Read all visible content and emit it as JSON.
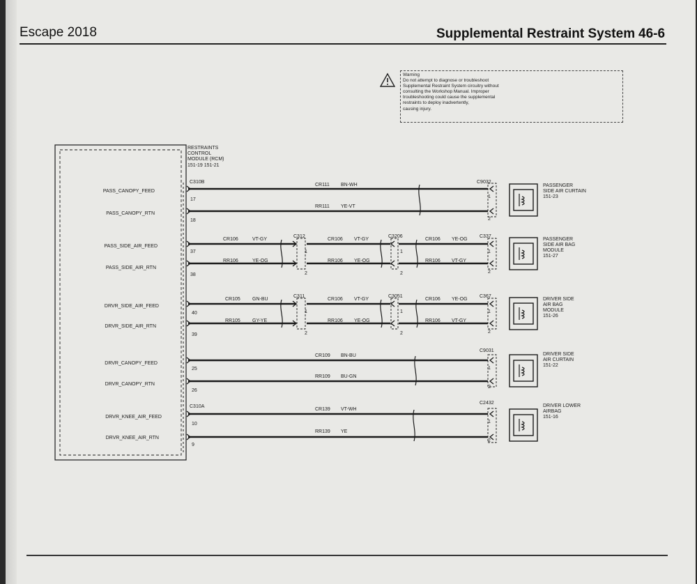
{
  "header": {
    "left": "Escape 2018",
    "title": "Supplemental Restraint System",
    "page": "46-6"
  },
  "warning": {
    "lines": [
      "Warning",
      "Do not attempt to diagnose or troubleshoot",
      "Supplemental Restraint System circuitry without",
      "consulting the Workshop Manual. Improper",
      "troubleshooting could cause the supplemental",
      "restraints to deploy inadvertently,",
      "causing injury."
    ]
  },
  "module": {
    "name_lines": [
      "RESTRAINTS",
      "CONTROL",
      "MODULE (RCM)",
      "151-19   151-21"
    ],
    "connector_b": "C310B",
    "connector_a": "C310A"
  },
  "pins": [
    {
      "label": "PASS_CANOPY_FEED",
      "pin": "17"
    },
    {
      "label": "PASS_CANOPY_RTN",
      "pin": "18"
    },
    {
      "label": "PASS_SIDE_AIR_FEED",
      "pin": "37"
    },
    {
      "label": "PASS_SIDE_AIR_RTN",
      "pin": "38"
    },
    {
      "label": "DRVR_SIDE_AIR_FEED",
      "pin": "40"
    },
    {
      "label": "DRVR_SIDE_AIR_RTN",
      "pin": "39"
    },
    {
      "label": "DRVR_CANOPY_FEED",
      "pin": "25"
    },
    {
      "label": "DRVR_CANOPY_RTN",
      "pin": "26"
    },
    {
      "label": "DRVR_KNEE_AIR_FEED",
      "pin": "10"
    },
    {
      "label": "DRVR_KNEE_AIR_RTN",
      "pin": "9"
    }
  ],
  "wires": {
    "w1": {
      "circuit": "CR111",
      "color": "BN-WH"
    },
    "w2": {
      "circuit": "RR111",
      "color": "YE-VT"
    },
    "w3a": {
      "circuit": "CR106",
      "color": "VT-GY"
    },
    "w3b": {
      "circuit": "CR106",
      "color": "VT-GY"
    },
    "w3c": {
      "circuit": "CR106",
      "color": "YE-OG"
    },
    "w4a": {
      "circuit": "RR106",
      "color": "YE-OG"
    },
    "w4b": {
      "circuit": "RR106",
      "color": "YE-OG"
    },
    "w4c": {
      "circuit": "RR106",
      "color": "VT-GY"
    },
    "w5a": {
      "circuit": "CR105",
      "color": "GN-BU"
    },
    "w5b": {
      "circuit": "CR106",
      "color": "VT-GY"
    },
    "w5c": {
      "circuit": "CR106",
      "color": "YE-OG"
    },
    "w6a": {
      "circuit": "RR105",
      "color": "GY-YE"
    },
    "w6b": {
      "circuit": "RR106",
      "color": "YE-OG"
    },
    "w6c": {
      "circuit": "RR106",
      "color": "VT-GY"
    },
    "w7": {
      "circuit": "CR109",
      "color": "BN-BU"
    },
    "w8": {
      "circuit": "RR109",
      "color": "BU-GN"
    },
    "w9": {
      "circuit": "CR139",
      "color": "VT-WH"
    },
    "w10": {
      "circuit": "RR139",
      "color": "YE"
    }
  },
  "inline_connectors": {
    "c312": "C312",
    "c3206": "C3206",
    "c311": "C311",
    "c3051": "C3051",
    "pin1": "1",
    "pin2": "2"
  },
  "components": [
    {
      "connector": "C9032",
      "lines": [
        "PASSENGER",
        "SIDE AIR CURTAIN",
        "151-23"
      ]
    },
    {
      "connector": "C337",
      "lines": [
        "PASSENGER",
        "SIDE AIR BAG",
        "MODULE",
        "151-27"
      ]
    },
    {
      "connector": "C367",
      "lines": [
        "DRIVER SIDE",
        "AIR BAG",
        "MODULE",
        "151-26"
      ]
    },
    {
      "connector": "C9031",
      "lines": [
        "DRIVER SIDE",
        "AIR CURTAIN",
        "151-22"
      ]
    },
    {
      "connector": "C2432",
      "lines": [
        "DRIVER LOWER",
        "AIRBAG",
        "151-16"
      ]
    }
  ],
  "comp_pins": {
    "p1": "1",
    "p2": "2"
  },
  "colors": {
    "ink": "#1a1a1a",
    "paper": "#e9e9e6"
  }
}
